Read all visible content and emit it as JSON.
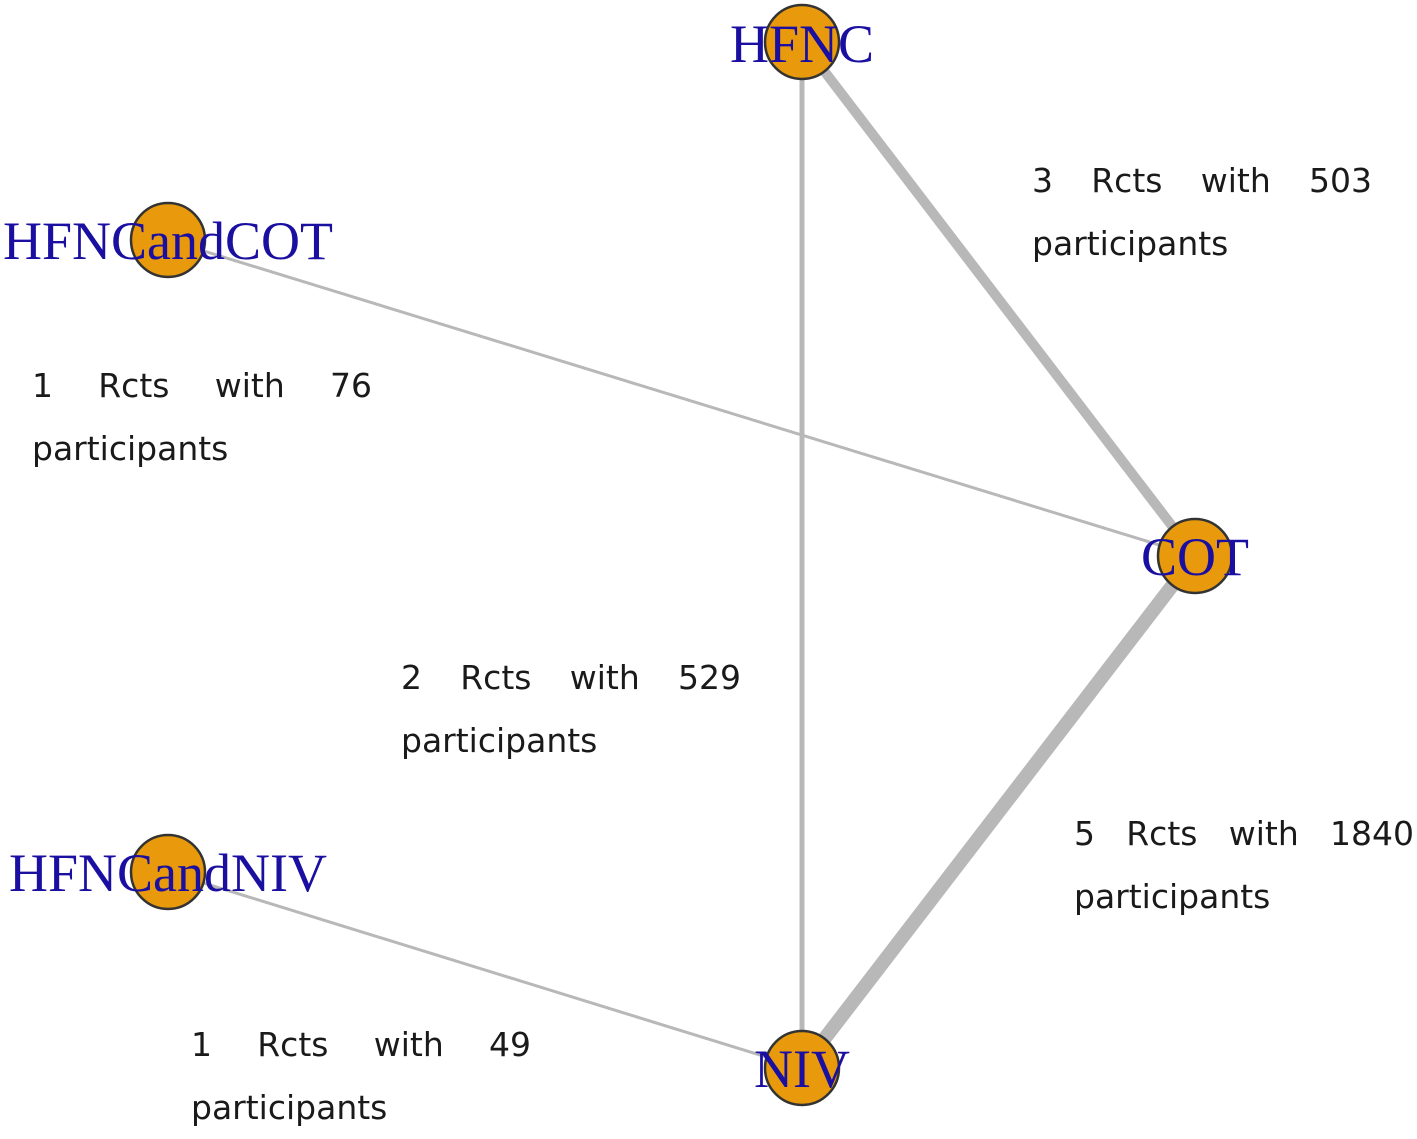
{
  "colors": {
    "node_fill": "#e89a0c",
    "node_stroke": "#333333",
    "edge": "#b8b8b8",
    "node_label": "#1a0fa0",
    "edge_label": "#1a1a1a"
  },
  "nodes": [
    {
      "id": "HFNC",
      "label": "HFNC"
    },
    {
      "id": "HFNCandCOT",
      "label": "HFNCandCOT"
    },
    {
      "id": "COT",
      "label": "COT"
    },
    {
      "id": "HFNCandNIV",
      "label": "HFNCandNIV"
    },
    {
      "id": "NIV",
      "label": "NIV"
    }
  ],
  "edges": [
    {
      "id": "hfnc-cot",
      "source": "HFNC",
      "target": "COT",
      "rcts": "3",
      "participants": "503",
      "label_words": [
        "3",
        "Rcts",
        "with",
        "503"
      ],
      "label_line2": "participants"
    },
    {
      "id": "hfnccot-cot",
      "source": "HFNCandCOT",
      "target": "COT",
      "rcts": "1",
      "participants": "76",
      "label_words": [
        "1",
        "Rcts",
        "with",
        "76"
      ],
      "label_line2": "participants"
    },
    {
      "id": "hfnc-niv",
      "source": "HFNC",
      "target": "NIV",
      "rcts": "2",
      "participants": "529",
      "label_words": [
        "2",
        "Rcts",
        "with",
        "529"
      ],
      "label_line2": "participants"
    },
    {
      "id": "cot-niv",
      "source": "COT",
      "target": "NIV",
      "rcts": "5",
      "participants": "1840",
      "label_words": [
        "5",
        "Rcts",
        "with",
        "1840"
      ],
      "label_line2": "participants"
    },
    {
      "id": "hfncniv-niv",
      "source": "HFNCandNIV",
      "target": "NIV",
      "rcts": "1",
      "participants": "49",
      "label_words": [
        "1",
        "Rcts",
        "with",
        "49"
      ],
      "label_line2": "participants"
    }
  ]
}
